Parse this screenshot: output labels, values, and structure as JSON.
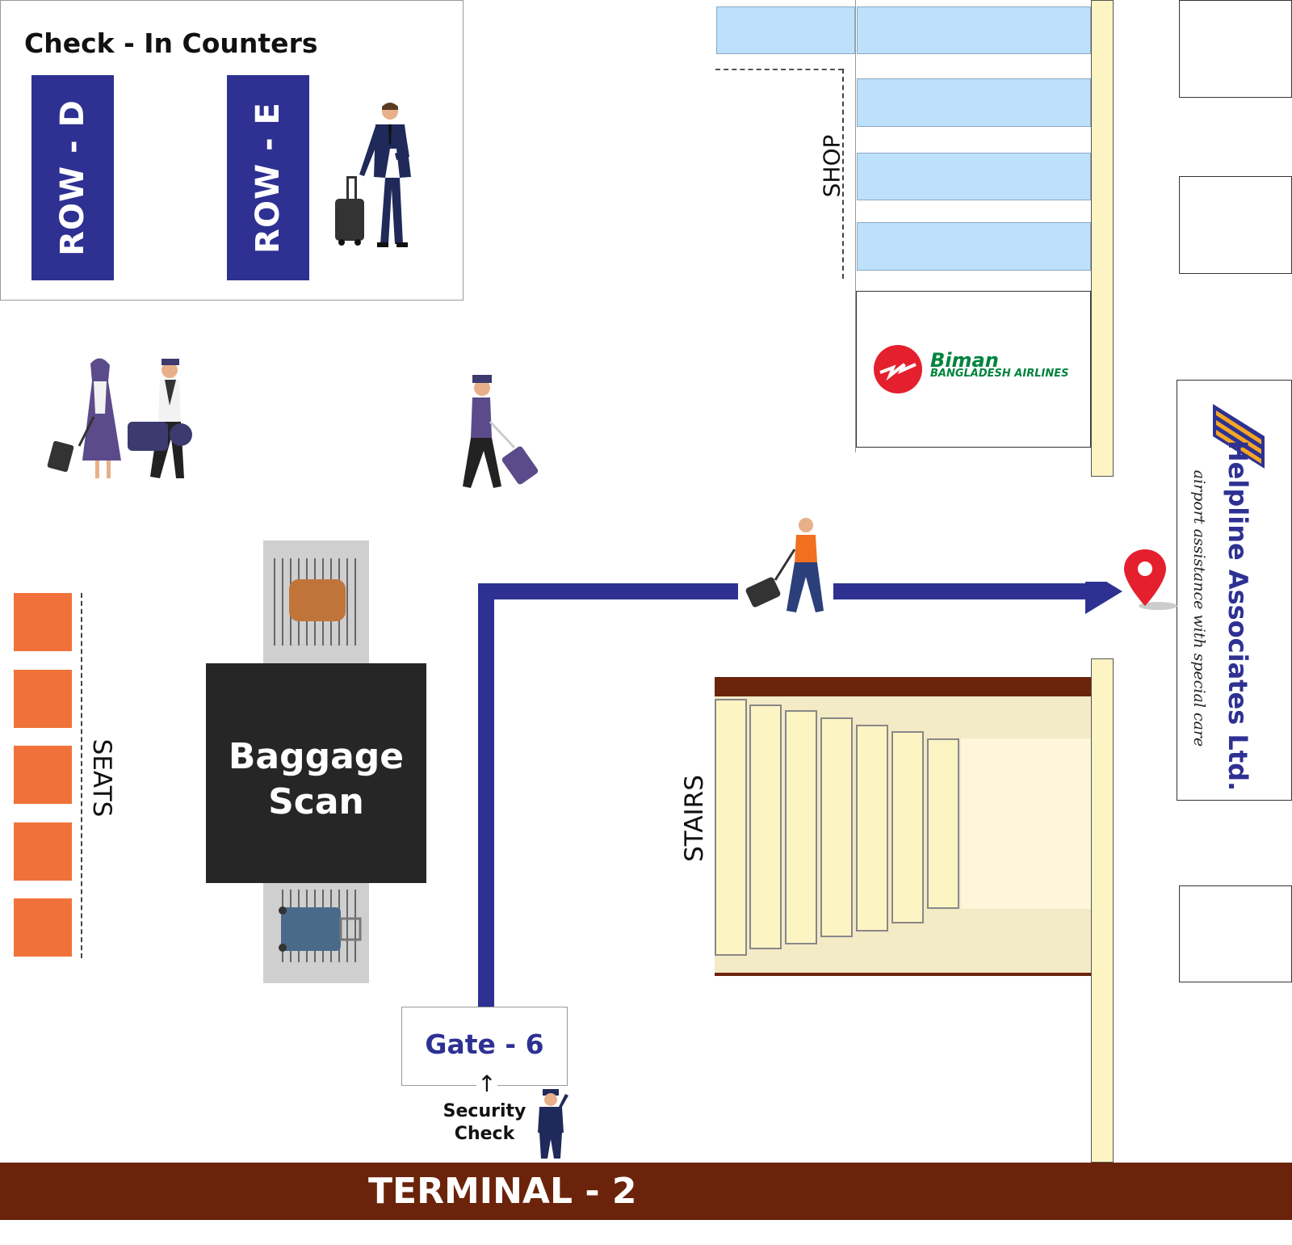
{
  "checkin": {
    "title": "Check - In Counters",
    "rows": [
      "ROW - D",
      "ROW - E"
    ]
  },
  "shop": {
    "label": "SHOP"
  },
  "biman": {
    "name": "Biman",
    "subtitle": "BANGLADESH AIRLINES",
    "brand_color": "#00843d",
    "logo_color": "#e4202e"
  },
  "helpline": {
    "name": "Helpline Associates Ltd.",
    "tagline": "airport assistance with special care",
    "brand_color": "#2e3192",
    "logo_color": "#f5a623"
  },
  "seats": {
    "label": "SEATS",
    "count": 5,
    "color": "#f0723a"
  },
  "baggage": {
    "label_line1": "Baggage",
    "label_line2": "Scan"
  },
  "stairs": {
    "label": "STAIRS"
  },
  "gate": {
    "label": "Gate - 6"
  },
  "security": {
    "line1": "Security",
    "line2": "Check"
  },
  "terminal": {
    "label": "TERMINAL - 2"
  },
  "route": {
    "color": "#2e3192"
  },
  "destination": {
    "icon": "location-pin-icon",
    "color": "#e4202e"
  }
}
